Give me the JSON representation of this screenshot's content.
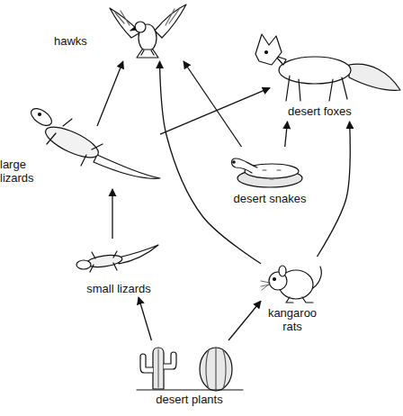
{
  "diagram": {
    "nodes": [
      {
        "text": [
          "hawks"
        ]
      },
      {
        "text": [
          "desert foxes"
        ]
      },
      {
        "text": [
          "large lizards"
        ]
      },
      {
        "text": [
          "desert snakes"
        ]
      },
      {
        "text": [
          "small lizards"
        ]
      },
      {
        "text": [
          "kangaroo rats"
        ]
      },
      {
        "text": [
          "desert plants"
        ]
      }
    ],
    "edges": [
      {
        "from": 2,
        "to": 0,
        "arrow": "to"
      },
      {
        "from": 2,
        "to": 1,
        "arrow": "to"
      },
      {
        "from": 3,
        "to": 0,
        "arrow": "to"
      },
      {
        "from": 3,
        "to": 1,
        "arrow": "to"
      },
      {
        "from": 5,
        "to": 0,
        "arrow": "to"
      },
      {
        "from": 5,
        "to": 1,
        "arrow": "to"
      },
      {
        "from": 4,
        "to": 2,
        "arrow": "to"
      },
      {
        "from": 6,
        "to": 4,
        "arrow": "to"
      },
      {
        "from": 6,
        "to": 5,
        "arrow": "to"
      }
    ]
  }
}
